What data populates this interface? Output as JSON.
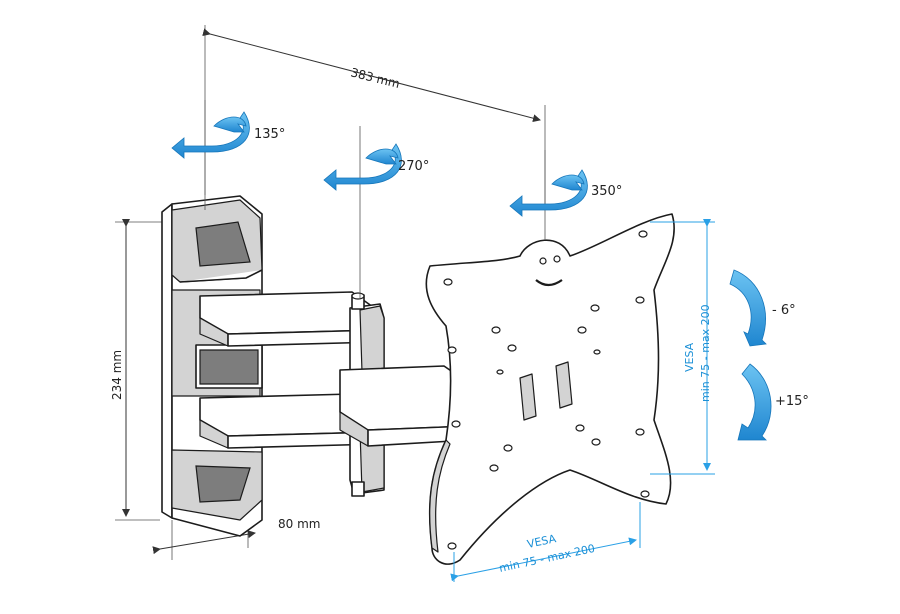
{
  "dimensions": {
    "width": "383 mm",
    "height": "234 mm",
    "depth": "80 mm"
  },
  "rotations": {
    "wall_swivel": "135°",
    "arm_swivel": "270°",
    "plate_swivel": "350°"
  },
  "tilt": {
    "up": "- 6°",
    "down": "+15°"
  },
  "vesa": {
    "label": "VESA",
    "range": "min 75 - max 200"
  },
  "colors": {
    "arrow": "#2b9be0",
    "vesa_text": "#1a8fd6",
    "outline": "#1c1c1c"
  }
}
